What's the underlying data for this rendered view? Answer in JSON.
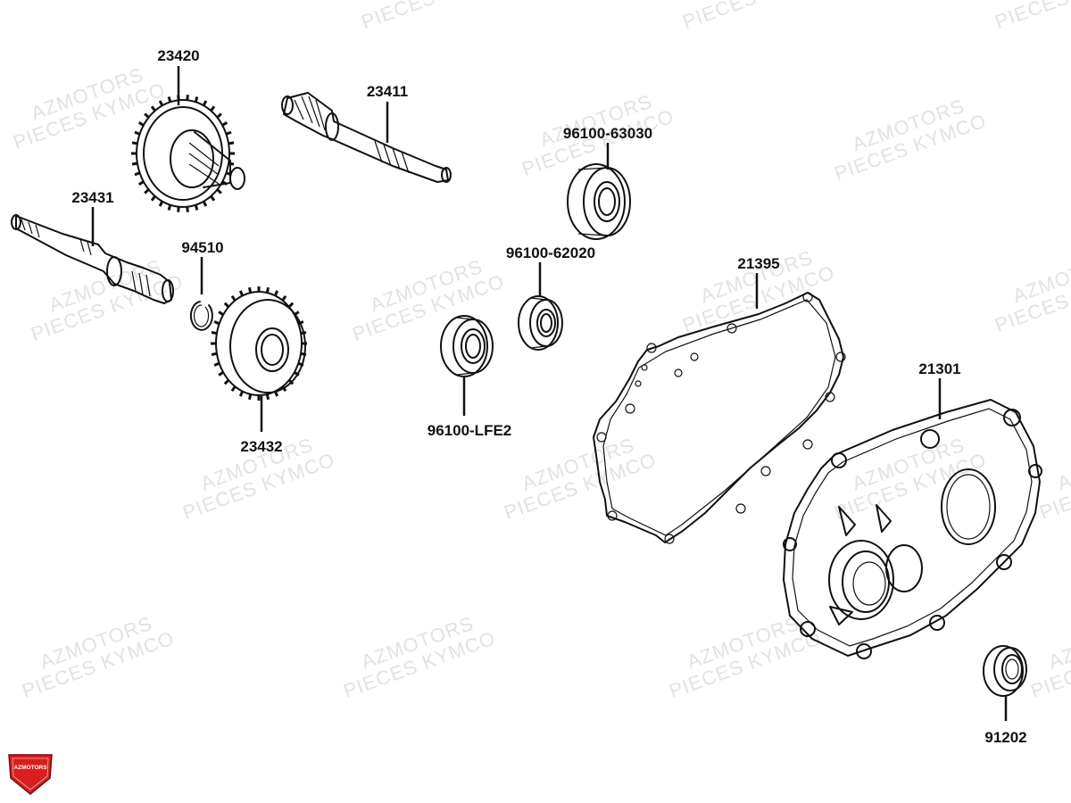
{
  "watermark": {
    "line1": "AZMOTORS",
    "line2": "PIECES KYMCO"
  },
  "parts": [
    {
      "ref": "23420"
    },
    {
      "ref": "23411"
    },
    {
      "ref": "96100-63030"
    },
    {
      "ref": "23431"
    },
    {
      "ref": "94510"
    },
    {
      "ref": "96100-62020"
    },
    {
      "ref": "21395"
    },
    {
      "ref": "21301"
    },
    {
      "ref": "96100-LFE2"
    },
    {
      "ref": "23432"
    },
    {
      "ref": "91202"
    }
  ],
  "logo": {
    "text": "AZMOTORS",
    "color": "#d81e1e"
  }
}
